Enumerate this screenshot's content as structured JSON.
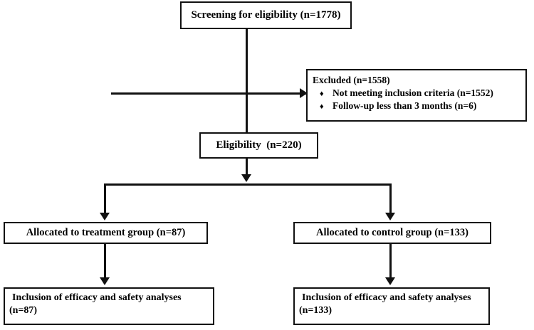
{
  "diagram": {
    "title": "CONSORT participant flow diagram",
    "colors": {
      "stroke": "#111111",
      "background": "#ffffff",
      "text": "#000000"
    },
    "nodes": {
      "screening": {
        "label": "Screening for eligibility (n=1778)"
      },
      "excluded": {
        "header": "Excluded (n=1558)",
        "bullet_glyph": "♦",
        "items": [
          "Not meeting inclusion criteria (n=1552)",
          "Follow-up less than 3 months (n=6)"
        ]
      },
      "eligibility": {
        "label": "Eligibility  (n=220)"
      },
      "allocated_treatment": {
        "label": "Allocated to treatment group (n=87)"
      },
      "allocated_control": {
        "label": "Allocated to control group (n=133)"
      },
      "inclusion_treatment": {
        "line1": "Inclusion of efficacy and safety analyses",
        "line2": "(n=87)"
      },
      "inclusion_control": {
        "line1": "Inclusion of efficacy and safety analyses",
        "line2": "(n=133)"
      }
    }
  }
}
